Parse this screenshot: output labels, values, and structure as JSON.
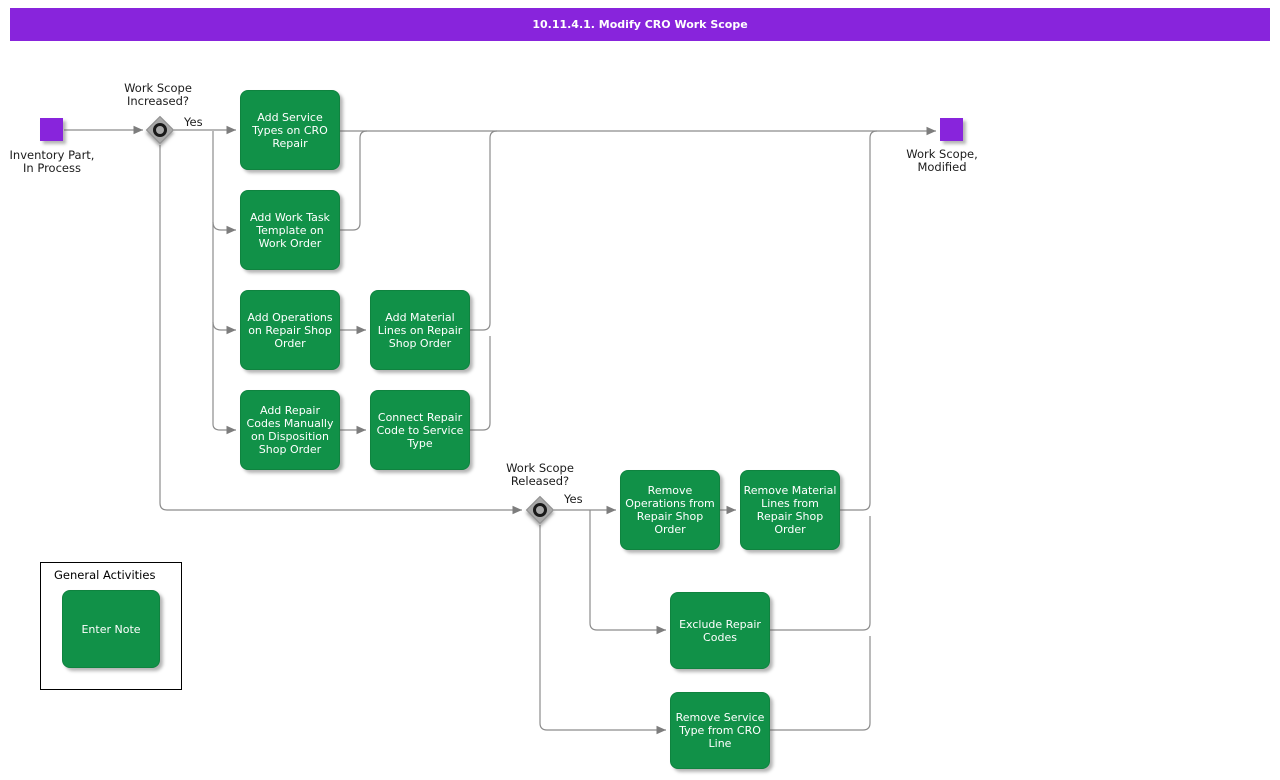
{
  "title": "10.11.4.1. Modify CRO Work Scope",
  "colors": {
    "banner": "#8824DC",
    "terminal": "#8824DC",
    "activity": "#119148",
    "line": "#8c8c8c"
  },
  "nodes": {
    "start_label": "Inventory Part,\nIn Process",
    "end_label": "Work Scope,\nModified",
    "decision1_label": "Work Scope\nIncreased?",
    "decision1_branch": "Yes",
    "decision2_label": "Work Scope\nReleased?",
    "decision2_branch": "Yes"
  },
  "activities": {
    "add_service_types": "Add Service\nTypes on CRO\nRepair",
    "add_work_task": "Add Work Task\nTemplate on\nWork Order",
    "add_operations": "Add Operations\non Repair Shop\nOrder",
    "add_material_lines": "Add Material\nLines on Repair\nShop Order",
    "add_repair_codes": "Add Repair\nCodes Manually\non Disposition\nShop Order",
    "connect_repair_code": "Connect Repair\nCode to Service\nType",
    "remove_operations": "Remove\nOperations from\nRepair Shop\nOrder",
    "remove_material_lines": "Remove Material\nLines from\nRepair Shop\nOrder",
    "exclude_repair_codes": "Exclude Repair\nCodes",
    "remove_service_type": "Remove Service\nType from CRO\nLine"
  },
  "group": {
    "title": "General Activities",
    "enter_note": "Enter Note"
  }
}
